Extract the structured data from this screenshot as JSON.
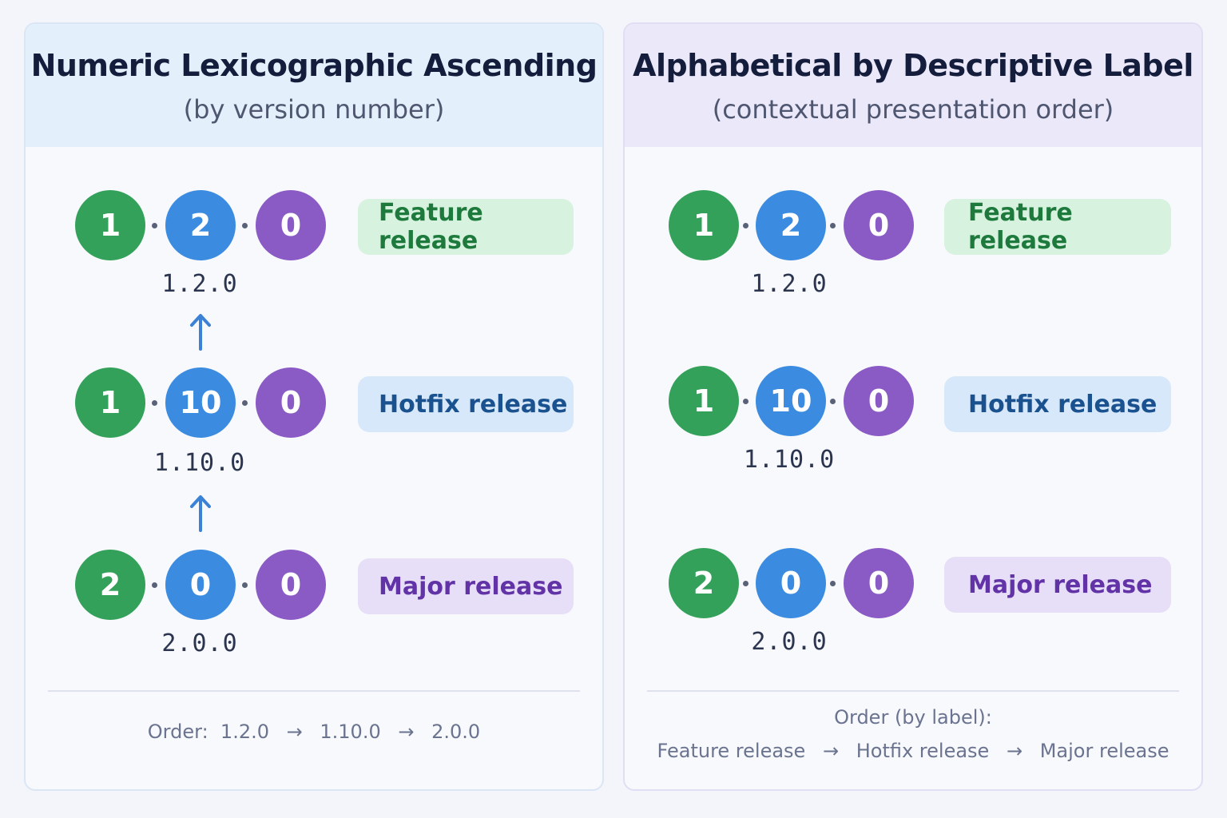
{
  "left_panel": {
    "title": "Numeric Lexicographic Ascending",
    "subtitle": "(by version number)",
    "rows": [
      {
        "major": "1",
        "minor": "2",
        "patch": "0",
        "version": "1.2.0",
        "label": "Feature release"
      },
      {
        "major": "1",
        "minor": "10",
        "patch": "0",
        "version": "1.10.0",
        "label": "Hotfix release"
      },
      {
        "major": "2",
        "minor": "0",
        "patch": "0",
        "version": "2.0.0",
        "label": "Major release"
      }
    ],
    "order": {
      "prefix": "Order:",
      "items": [
        "1.2.0",
        "1.10.0",
        "2.0.0"
      ],
      "arrow": "→"
    }
  },
  "right_panel": {
    "title": "Alphabetical by Descriptive Label",
    "subtitle": "(contextual presentation order)",
    "rows": [
      {
        "major": "1",
        "minor": "2",
        "patch": "0",
        "version": "1.2.0",
        "label": "Feature release"
      },
      {
        "major": "1",
        "minor": "10",
        "patch": "0",
        "version": "1.10.0",
        "label": "Hotfix release"
      },
      {
        "major": "2",
        "minor": "0",
        "patch": "0",
        "version": "2.0.0",
        "label": "Major release"
      }
    ],
    "order": {
      "prefix": "Order (by label):",
      "items": [
        "Feature release",
        "Hotfix release",
        "Major release"
      ],
      "arrow": "→"
    }
  },
  "colors": {
    "major_circle": "#34a15a",
    "minor_circle": "#3b8ce0",
    "patch_circle": "#8b5bc5",
    "arrow": "#3b82d6"
  }
}
